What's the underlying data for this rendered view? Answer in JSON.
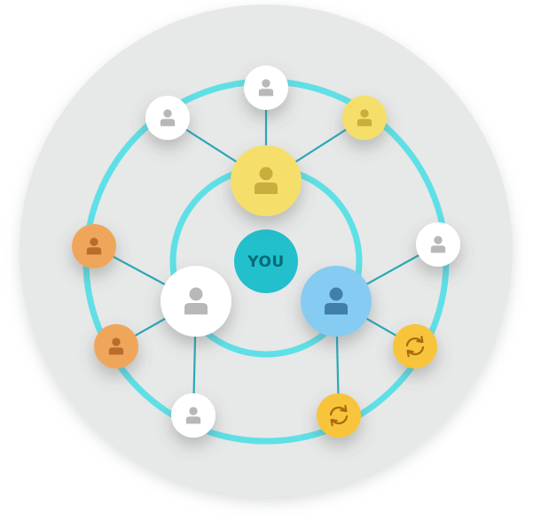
{
  "center": {
    "label": "YOU"
  },
  "colors": {
    "background_disc": "#e7e8e8",
    "ring": "#5fe0e6",
    "link": "#2aa9b6",
    "center_fill": "#22bfcc",
    "center_text": "#066a77",
    "node_white": "#ffffff",
    "node_yellow": "#f5df6b",
    "node_orange": "#f0a65a",
    "node_blue": "#86ccf2",
    "node_sync": "#f8c43a",
    "icon_gray": "#b8b8b8",
    "icon_yellow": "#c9ad3e",
    "icon_orange": "#b86d2c",
    "icon_blue": "#3f7fa8",
    "icon_sync": "#a86a10"
  },
  "nodes": [
    {
      "name": "inner-node-top-yellow",
      "kind": "person",
      "color": "yellow",
      "tier": "inner",
      "angle": -90
    },
    {
      "name": "inner-node-left-white",
      "kind": "person",
      "color": "white",
      "tier": "inner",
      "angle": 163
    },
    {
      "name": "inner-node-right-blue",
      "kind": "person",
      "color": "blue",
      "tier": "inner",
      "angle": 23
    },
    {
      "name": "outer-node-top-white",
      "kind": "person",
      "color": "white",
      "tier": "outer",
      "parent": 0
    },
    {
      "name": "outer-node-top-left-white",
      "kind": "person",
      "color": "white",
      "tier": "outer",
      "parent": 0
    },
    {
      "name": "outer-node-top-right-yellow",
      "kind": "person",
      "color": "yellow",
      "tier": "outer",
      "parent": 0
    },
    {
      "name": "outer-node-left-orange",
      "kind": "person",
      "color": "orange",
      "tier": "outer",
      "parent": 1
    },
    {
      "name": "outer-node-lower-left-orange",
      "kind": "person",
      "color": "orange",
      "tier": "outer",
      "parent": 1
    },
    {
      "name": "outer-node-bottom-white",
      "kind": "person",
      "color": "white",
      "tier": "outer",
      "parent": 1
    },
    {
      "name": "outer-node-right-white",
      "kind": "person",
      "color": "white",
      "tier": "outer",
      "parent": 2
    },
    {
      "name": "outer-node-bottom-sync",
      "kind": "sync",
      "color": "sync",
      "tier": "outer",
      "parent": 2
    },
    {
      "name": "outer-node-right-sync",
      "kind": "sync",
      "color": "sync",
      "tier": "outer",
      "parent": 2
    }
  ]
}
